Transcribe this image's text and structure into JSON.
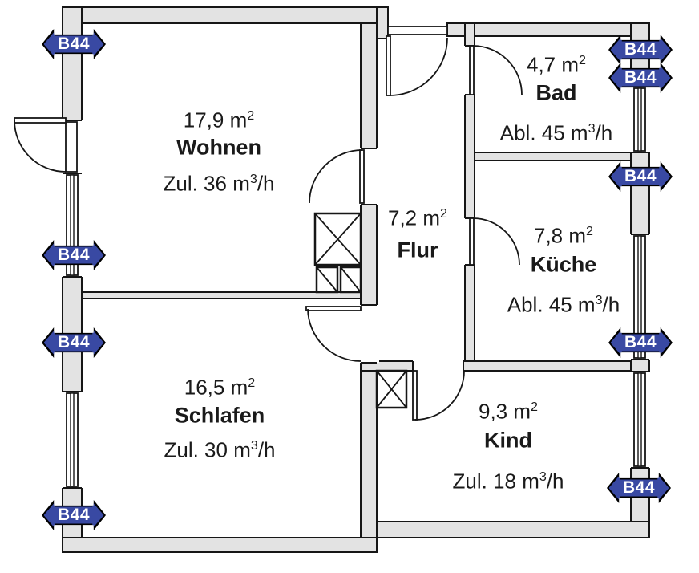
{
  "plan": {
    "rooms": [
      {
        "id": "wohnen",
        "area": "17,9 m²",
        "name": "Wohnen",
        "airflow": "Zul. 36 m³/h"
      },
      {
        "id": "bad",
        "area": "4,7 m²",
        "name": "Bad",
        "airflow": "Abl. 45 m³/h"
      },
      {
        "id": "flur",
        "area": "7,2 m²",
        "name": "Flur",
        "airflow": ""
      },
      {
        "id": "kueche",
        "area": "7,8 m²",
        "name": "Küche",
        "airflow": "Abl. 45 m³/h"
      },
      {
        "id": "schlafen",
        "area": "16,5 m²",
        "name": "Schlafen",
        "airflow": "Zul. 30 m³/h"
      },
      {
        "id": "kind",
        "area": "9,3 m²",
        "name": "Kind",
        "airflow": "Zul. 18 m³/h"
      }
    ],
    "badges": [
      {
        "id": "left-top",
        "label": "B44"
      },
      {
        "id": "left-wohnen-window",
        "label": "B44"
      },
      {
        "id": "left-schlafen-upper",
        "label": "B44"
      },
      {
        "id": "left-schlafen-lower",
        "label": "B44"
      },
      {
        "id": "right-bad-upper",
        "label": "B44"
      },
      {
        "id": "right-bad-lower",
        "label": "B44"
      },
      {
        "id": "right-kueche-upper",
        "label": "B44"
      },
      {
        "id": "right-kueche-lower",
        "label": "B44"
      },
      {
        "id": "right-kind",
        "label": "B44"
      }
    ],
    "colors": {
      "badge_blue": "#3949a3",
      "wall_fill": "#e3e3e3",
      "line": "#1a1a1a"
    }
  }
}
